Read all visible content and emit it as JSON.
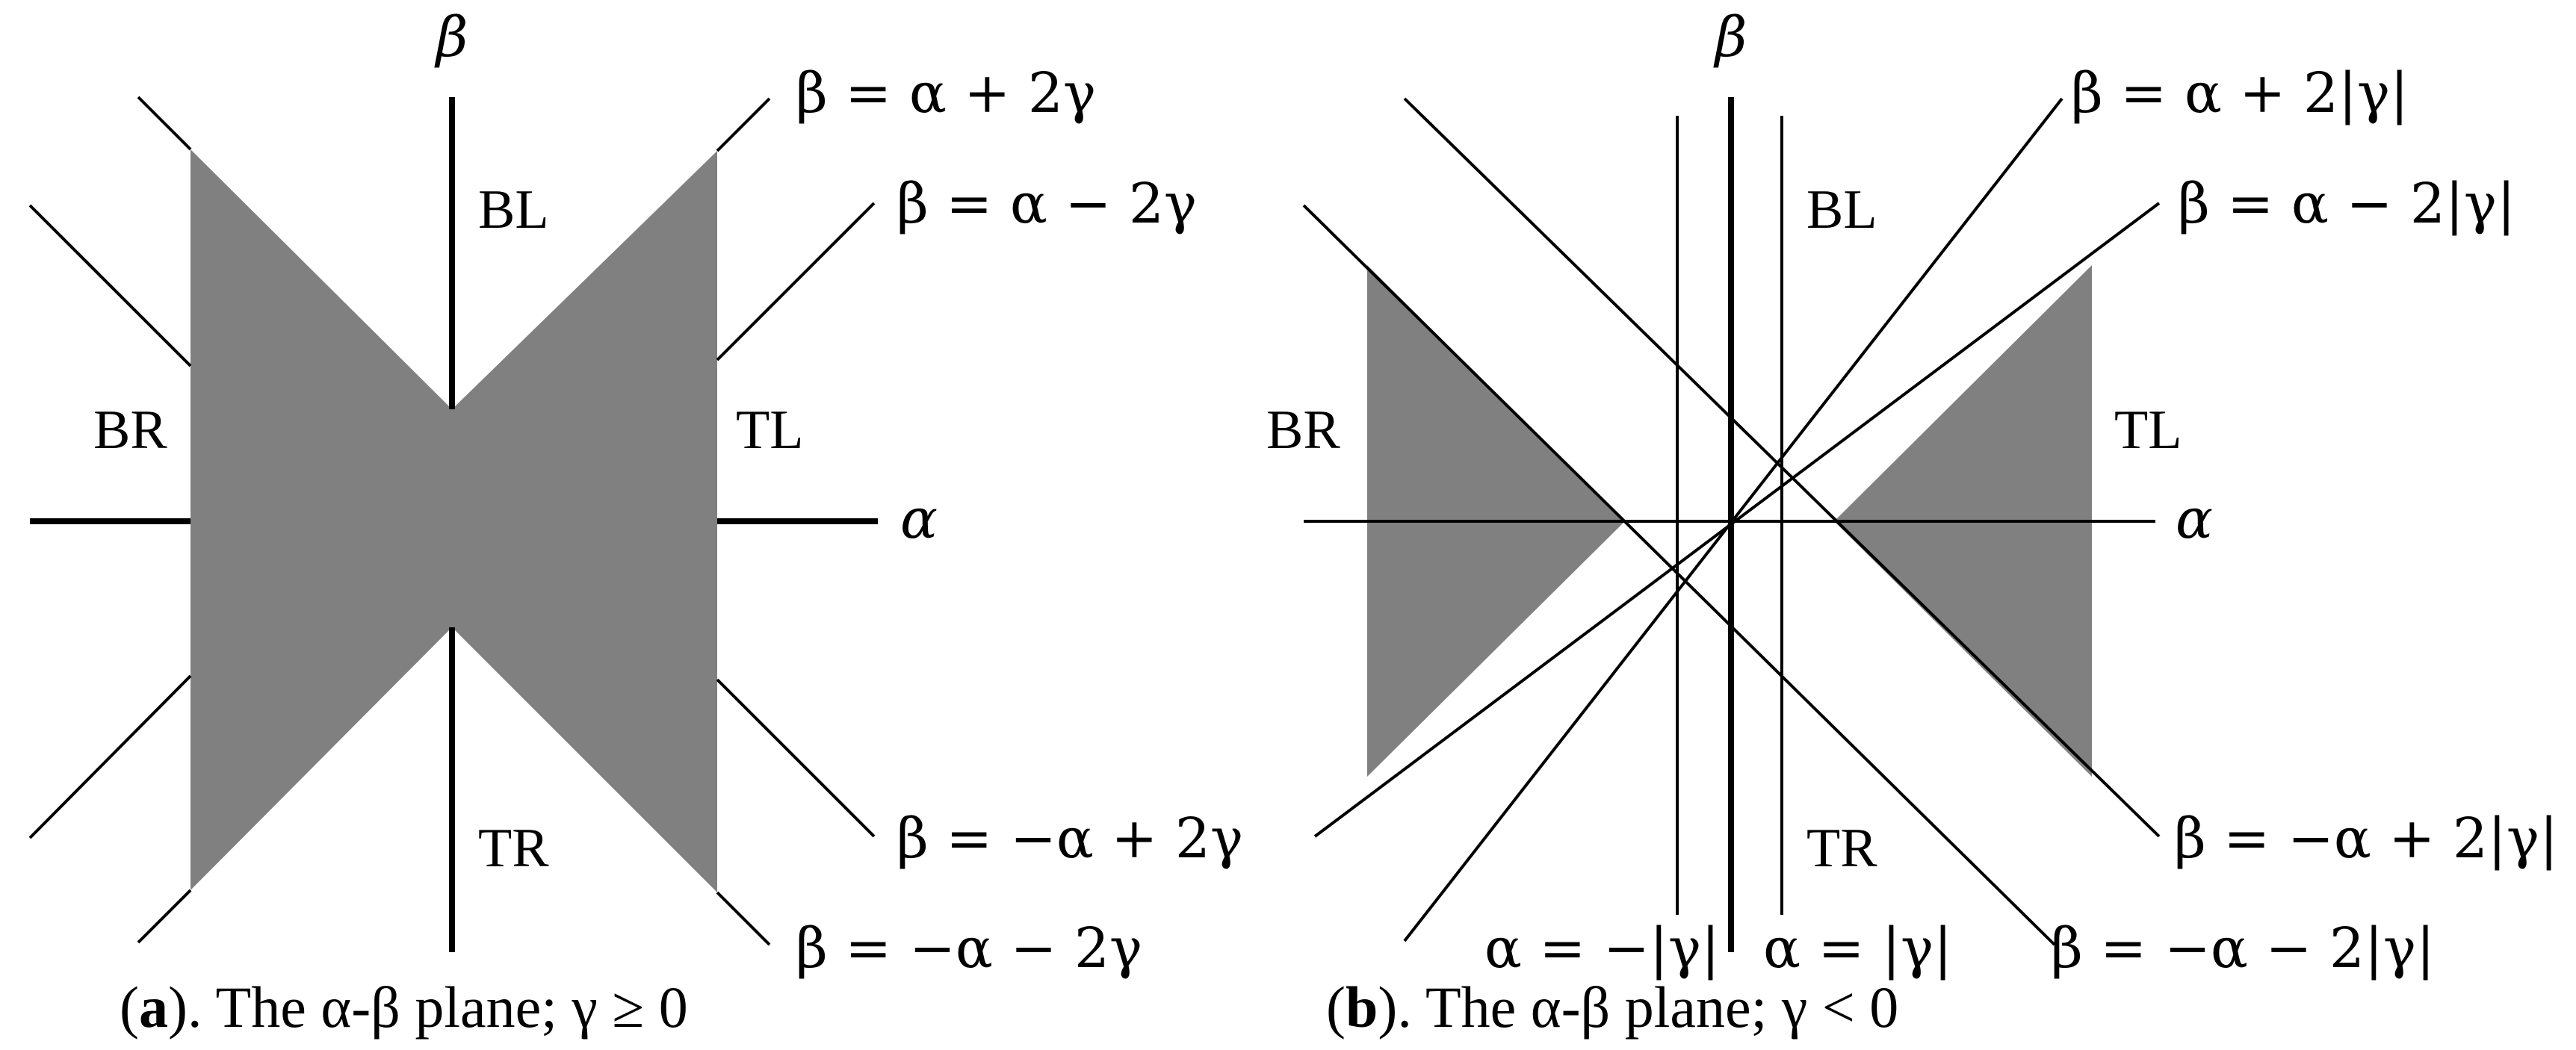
{
  "panel_a": {
    "axis_labels": {
      "vertical": "β",
      "horizontal": "α"
    },
    "region_labels": {
      "bl": "BL",
      "br": "BR",
      "tl": "TL",
      "tr": "TR"
    },
    "line_labels": {
      "l1": "β = α + 2γ",
      "l2": "β = α − 2γ",
      "l3": "β = −α + 2γ",
      "l4": "β = −α − 2γ"
    },
    "caption": {
      "letter": "a",
      "text": ". The α-β plane; γ ≥ 0"
    },
    "fill_color": "#808080"
  },
  "panel_b": {
    "axis_labels": {
      "vertical": "β",
      "horizontal": "α"
    },
    "region_labels": {
      "bl": "BL",
      "br": "BR",
      "tl": "TL",
      "tr": "TR"
    },
    "line_labels": {
      "l1": "β = α + 2|γ|",
      "l2": "β = α − 2|γ|",
      "l3": "β = −α + 2|γ|",
      "l4": "β = −α − 2|γ|",
      "v1": "α = −|γ|",
      "v2": "α = |γ|"
    },
    "caption": {
      "letter": "b",
      "text": ". The α-β plane; γ < 0"
    },
    "fill_color": "#808080"
  }
}
